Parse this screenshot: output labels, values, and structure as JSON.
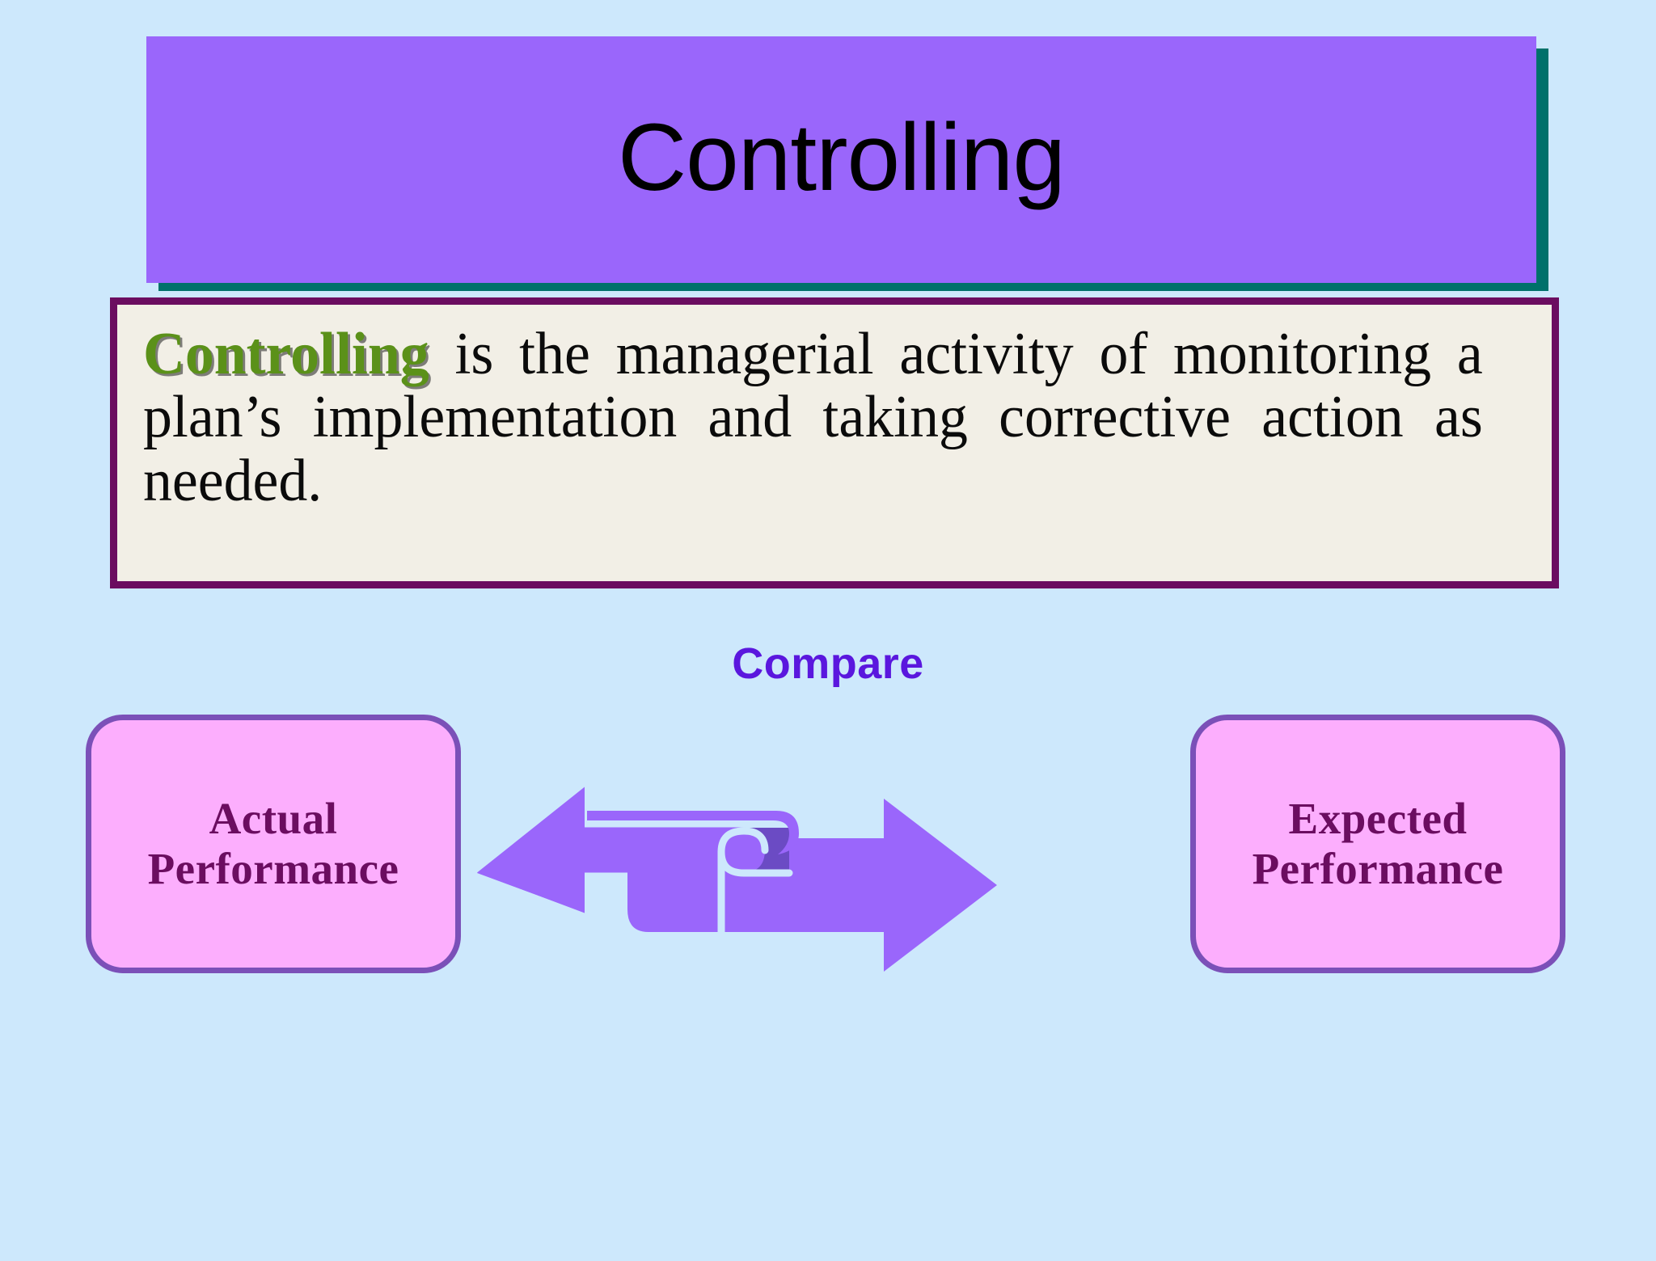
{
  "slide": {
    "background_color": "#cde8fc",
    "title": {
      "text": "Controlling",
      "banner_color": "#9a66fb",
      "shadow_color": "#00716a",
      "text_color": "#000000"
    },
    "definition": {
      "keyword": "Controlling",
      "keyword_color": "#5b9119",
      "body": " is the managerial activity of monitoring a plan’s implementation and taking corrective action as needed.",
      "box_background": "#f2efe6",
      "box_border_color": "#6b0d60"
    },
    "diagram": {
      "compare_label": "Compare",
      "compare_label_color": "#5a17de",
      "left_box": {
        "line1": "Actual",
        "line2": "Performance"
      },
      "right_box": {
        "line1": "Expected",
        "line2": "Performance"
      },
      "box_fill": "#fcaefd",
      "box_border_color": "#7b50b8",
      "box_text_color": "#6b0d60",
      "arrow_fill": "#9a66fb",
      "arrow_curl_fill": "#6b4bc4",
      "left_arrow_direction": "left",
      "right_arrow_direction": "right"
    }
  }
}
